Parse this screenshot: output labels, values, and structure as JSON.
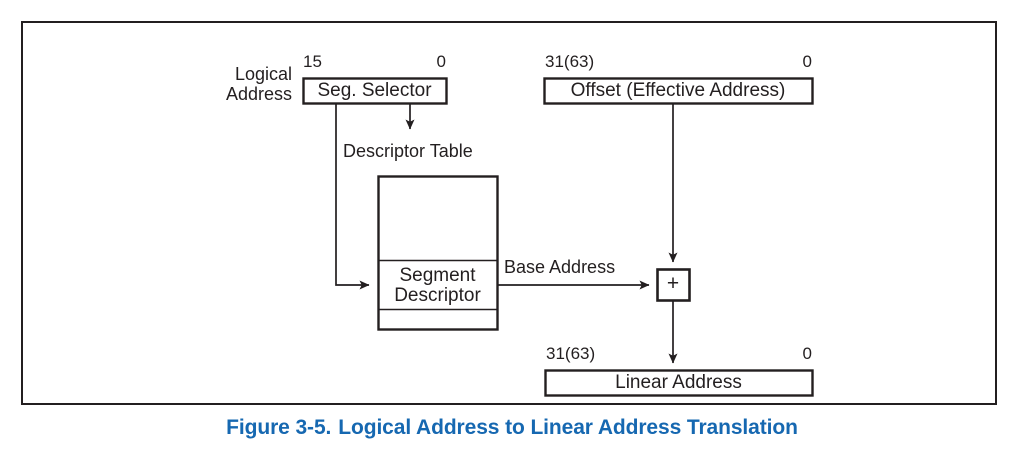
{
  "figure": {
    "caption_number": "Figure 3-5.",
    "caption_title": "Logical Address to Linear Address Translation",
    "caption_color": "#1668b1",
    "frame_color": "#231f20",
    "text_color": "#231f20"
  },
  "labels": {
    "logical_address_line1": "Logical",
    "logical_address_line2": "Address",
    "descriptor_table": "Descriptor Table",
    "base_address": "Base Address"
  },
  "boxes": {
    "seg_selector": {
      "text": "Seg. Selector",
      "bit_high": "15",
      "bit_low": "0"
    },
    "offset": {
      "text": "Offset (Effective Address)",
      "bit_high": "31(63)",
      "bit_low": "0"
    },
    "segment_descriptor": {
      "line1": "Segment",
      "line2": "Descriptor"
    },
    "adder": {
      "symbol": "+"
    },
    "linear_address": {
      "text": "Linear Address",
      "bit_high": "31(63)",
      "bit_low": "0"
    }
  }
}
